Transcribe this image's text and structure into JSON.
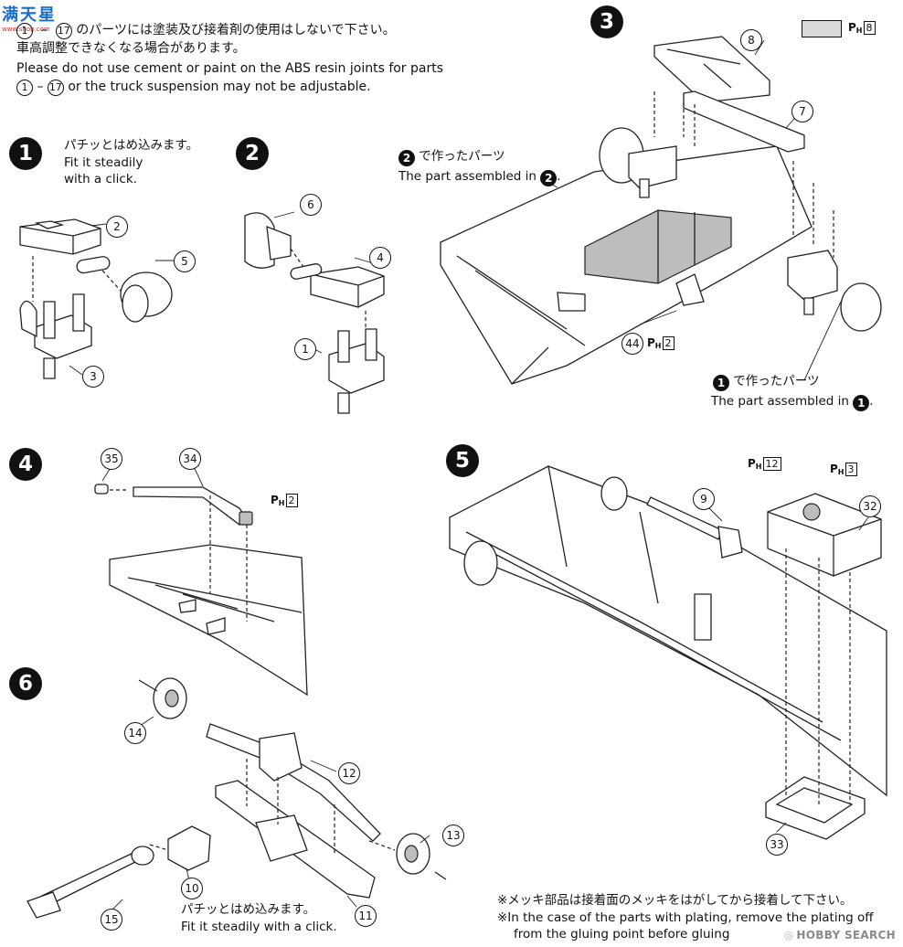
{
  "logo": {
    "chinese": "满天星",
    "url": "www.shop.com"
  },
  "intro": {
    "ref_start": "1",
    "ref_end": "17",
    "jp_line1": "のパーツには塗装及び接着剤の使用はしないで下さい。",
    "jp_line2": "車高調整できなくなる場合があります。",
    "en_line1": "Please do not use cement or paint on the ABS resin joints for parts",
    "en_dash": "–",
    "en_line2": "or the truck suspension may not be adjustable."
  },
  "paint_key": {
    "code": "H",
    "number": "8",
    "swatch_color": "#d9d9d9"
  },
  "steps": [
    {
      "number": "1",
      "jp": "パチッとはめ込みます。",
      "en1": "Fit it steadily",
      "en2": "with a click.",
      "parts": [
        "2",
        "5",
        "3"
      ]
    },
    {
      "number": "2",
      "parts": [
        "6",
        "4",
        "1"
      ]
    },
    {
      "number": "3",
      "from_step2_jp": "で作ったパーツ",
      "from_step2_en": "The part assembled in",
      "from_step1_jp": "で作ったパーツ",
      "from_step1_en": "The part assembled in",
      "ref2": "2",
      "ref1": "1",
      "parts": [
        "8",
        "7",
        "44"
      ],
      "paint": {
        "code": "H",
        "number": "2"
      }
    },
    {
      "number": "4",
      "parts": [
        "35",
        "34"
      ],
      "paint": {
        "code": "H",
        "number": "2"
      }
    },
    {
      "number": "5",
      "parts": [
        "9",
        "32",
        "33"
      ],
      "paint_a": {
        "code": "H",
        "number": "12"
      },
      "paint_b": {
        "code": "H",
        "number": "3"
      }
    },
    {
      "number": "6",
      "jp": "パチッとはめ込みます。",
      "en": "Fit it steadily with a click.",
      "parts": [
        "14",
        "12",
        "13",
        "10",
        "11",
        "15"
      ]
    }
  ],
  "notes": {
    "jp": "※メッキ部品は接着面のメッキをはがしてから接着して下さい。",
    "en1": "※In the case of the parts with plating, remove the plating off",
    "en2": "from the gluing point before gluing"
  },
  "watermark": {
    "text": "HOBBY SEARCH"
  }
}
